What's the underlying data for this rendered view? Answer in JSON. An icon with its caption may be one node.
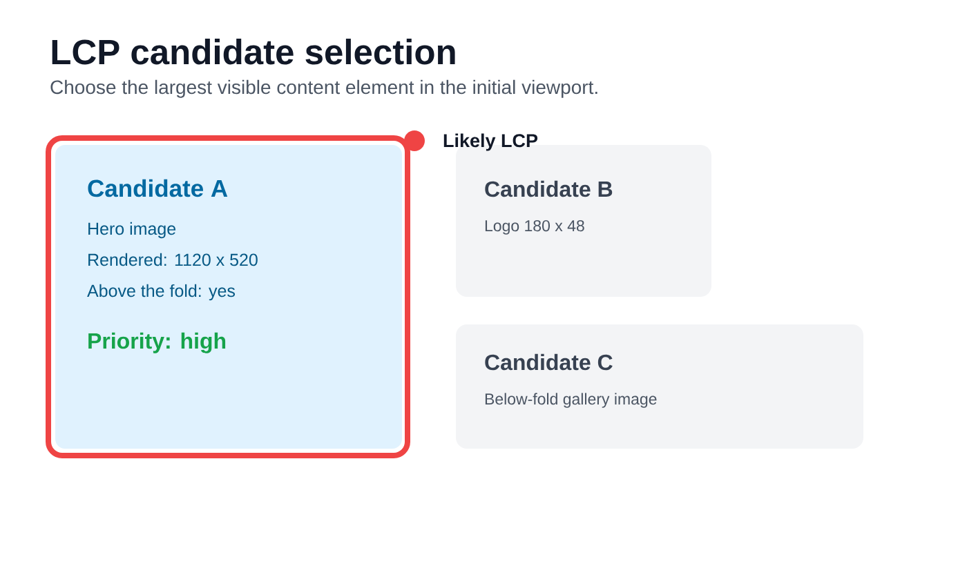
{
  "diagram": {
    "title": "LCP candidate selection",
    "nodes": [
      {
        "text": [
          "Candidate A",
          "Hero image",
          "Rendered: 1120 x 520",
          "Above the fold: yes",
          "Priority: high"
        ]
      },
      {
        "text": [
          "Candidate B",
          "Logo 180 x 48"
        ]
      },
      {
        "text": [
          "Candidate C",
          "Below-fold gallery image"
        ]
      }
    ],
    "labels": [
      "Choose the largest visible content element in the initial viewport.",
      "Likely LCP"
    ]
  }
}
